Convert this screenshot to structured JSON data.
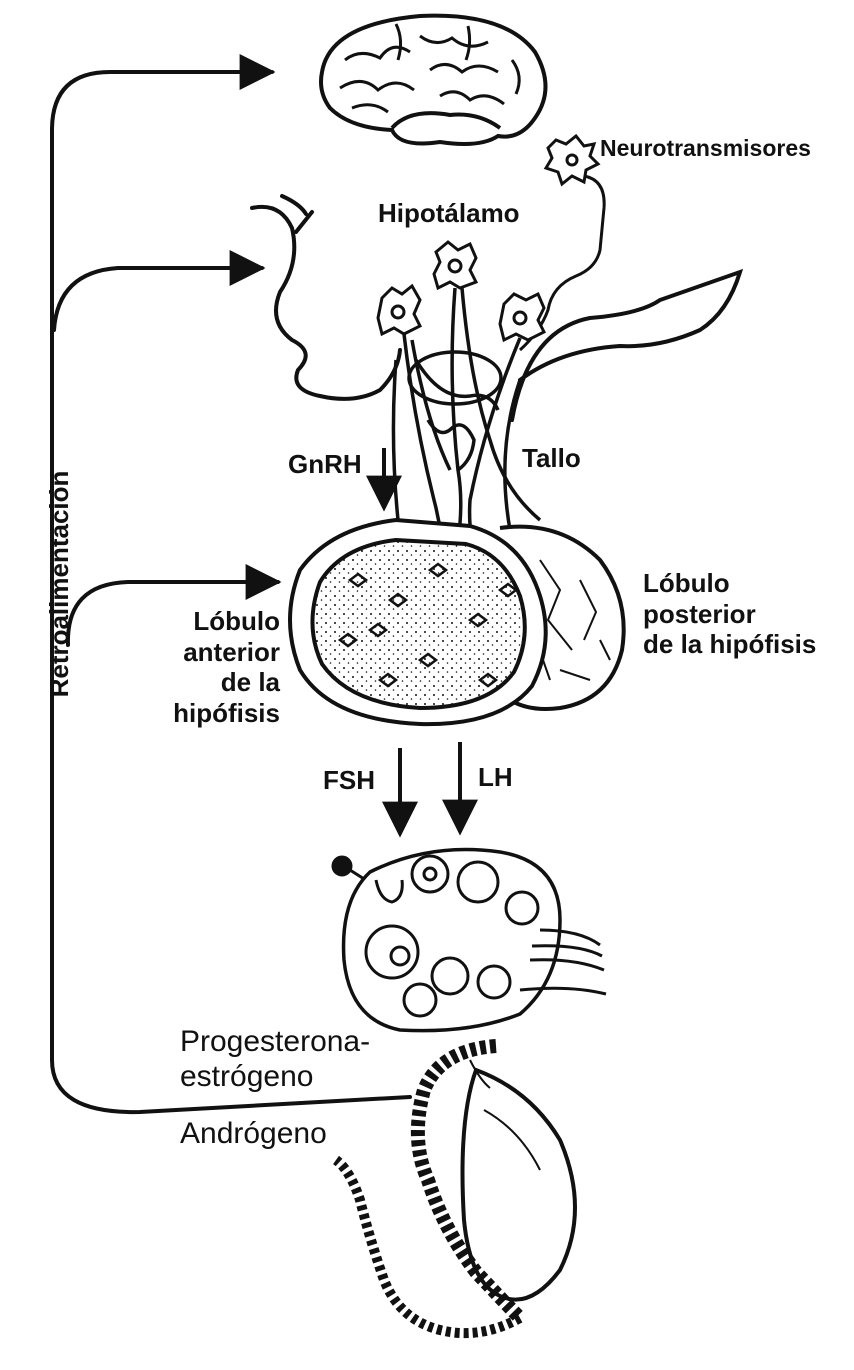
{
  "labels": {
    "neurotransmitters": "Neurotransmisores",
    "hypothalamus": "Hipotálamo",
    "gnrh": "GnRH",
    "stalk": "Tallo",
    "anterior_lobe": [
      "Lóbulo",
      "anterior",
      "de la",
      "hipófisis"
    ],
    "posterior_lobe": [
      "Lóbulo",
      "posterior",
      "de la hipófisis"
    ],
    "fsh": "FSH",
    "lh": "LH",
    "progesterone_estrogen": [
      "Progesterona-",
      "estrógeno"
    ],
    "androgen": "Andrógeno",
    "feedback": "Retroalimentación"
  },
  "colors": {
    "ink": "#111111",
    "paper": "#ffffff"
  },
  "icons": [
    "brain-icon",
    "neuron-icon",
    "ovary-icon",
    "testis-icon",
    "ovum-icon"
  ]
}
